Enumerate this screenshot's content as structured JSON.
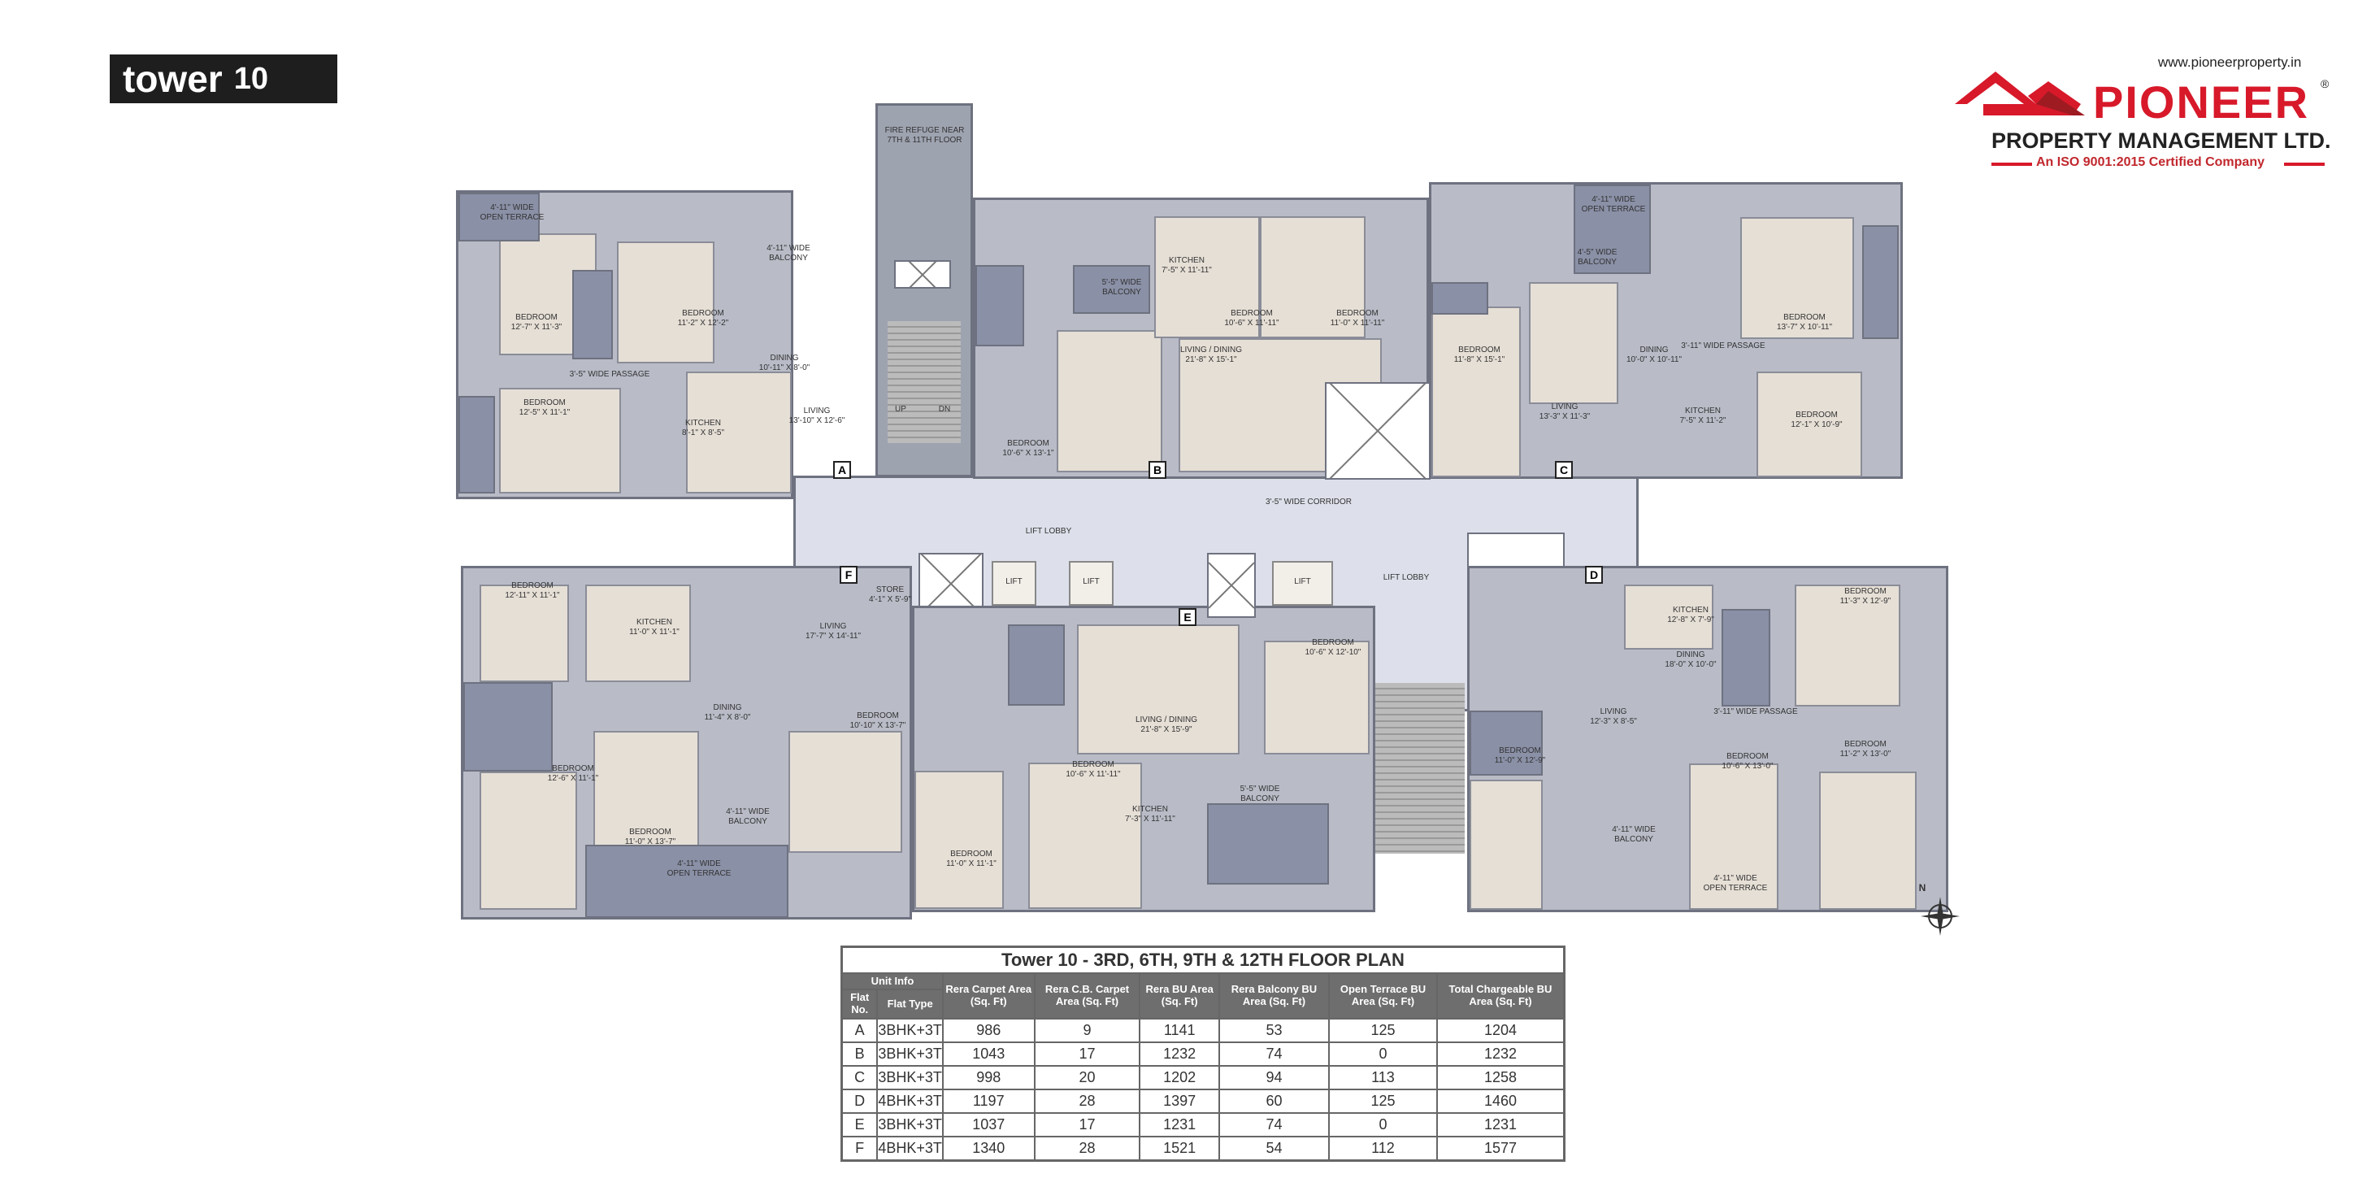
{
  "header": {
    "tower_word": "tower",
    "tower_num": "10"
  },
  "logo": {
    "url": "www.pioneerproperty.in",
    "brand": "PIONEER",
    "reg": "®",
    "subtitle": "PROPERTY MANAGEMENT LTD.",
    "tagline": "An ISO 9001:2015 Certified Company",
    "color": "#d7192a"
  },
  "plan": {
    "units": [
      "A",
      "B",
      "C",
      "D",
      "E",
      "F"
    ],
    "labels": {
      "fire_refuge": "FIRE REFUGE NEAR\n7TH & 11TH FLOOR",
      "corridor": "3'-5\" WIDE CORRIDOR",
      "lift_lobby_1": "LIFT LOBBY",
      "lift_lobby_2": "LIFT LOBBY",
      "lift": "LIFT",
      "store": "STORE\n4'-1\" X 5'-9\"",
      "up": "UP",
      "dn": "DN",
      "a_bed1": "BEDROOM\n12'-7\" X 11'-3\"",
      "a_bed2": "BEDROOM\n11'-2\" X 12'-2\"",
      "a_bed3": "BEDROOM\n12'-5\" X 11'-1\"",
      "a_living": "LIVING\n13'-10\" X 12'-6\"",
      "a_dining": "DINING\n10'-11\" X 8'-0\"",
      "a_kitchen": "KITCHEN\n8'-1\" X 8'-5\"",
      "a_terrace": "4'-11\" WIDE\nOPEN TERRACE",
      "a_balcony": "4'-11\" WIDE\nBALCONY",
      "a_passage": "3'-5\" WIDE PASSAGE",
      "b_bed1": "BEDROOM\n10'-6\" X 11'-11\"",
      "b_bed2": "BEDROOM\n11'-0\" X 11'-11\"",
      "b_bed3": "BEDROOM\n10'-6\" X 13'-1\"",
      "b_living": "LIVING / DINING\n21'-8\" X 15'-1\"",
      "b_kitchen": "KITCHEN\n7'-5\" X 11'-11\"",
      "b_balcony": "5'-5\" WIDE\nBALCONY",
      "c_bed1": "BEDROOM\n13'-7\" X 10'-11\"",
      "c_bed2": "BEDROOM\n11'-8\" X 15'-1\"",
      "c_bed3": "BEDROOM\n12'-1\" X 10'-9\"",
      "c_living": "LIVING\n13'-3\" X 11'-3\"",
      "c_dining": "DINING\n10'-0\" X 10'-11\"",
      "c_kitchen": "KITCHEN\n7'-5\" X 11'-2\"",
      "c_terrace": "4'-11\" WIDE\nOPEN TERRACE",
      "c_balcony": "4'-5\" WIDE\nBALCONY",
      "c_passage": "3'-11\" WIDE PASSAGE",
      "d_bed1": "BEDROOM\n11'-3\" X 12'-9\"",
      "d_bed2": "BEDROOM\n11'-0\" X 12'-9\"",
      "d_bed3": "BEDROOM\n10'-6\" X 13'-0\"",
      "d_bed4": "BEDROOM\n11'-2\" X 13'-0\"",
      "d_living": "LIVING\n12'-3\" X 8'-5\"",
      "d_dining": "DINING\n18'-0\" X 10'-0\"",
      "d_kitchen": "KITCHEN\n12'-8\" X 7'-9\"",
      "d_terrace": "4'-11\" WIDE\nOPEN TERRACE",
      "d_balcony": "4'-11\" WIDE\nBALCONY",
      "d_passage": "3'-11\" WIDE PASSAGE",
      "e_bed1": "BEDROOM\n10'-6\" X 12'-10\"",
      "e_bed2": "BEDROOM\n10'-6\" X 11'-11\"",
      "e_bed3": "BEDROOM\n11'-0\" X 11'-1\"",
      "e_living": "LIVING / DINING\n21'-8\" X 15'-9\"",
      "e_kitchen": "KITCHEN\n7'-3\" X 11'-11\"",
      "e_balcony": "5'-5\" WIDE\nBALCONY",
      "f_bed1": "BEDROOM\n12'-11\" X 11'-1\"",
      "f_bed2": "BEDROOM\n12'-6\" X 11'-1\"",
      "f_bed3": "BEDROOM\n11'-0\" X 13'-7\"",
      "f_bed4": "BEDROOM\n10'-10\" X 13'-7\"",
      "f_living": "LIVING\n17'-7\" X 14'-11\"",
      "f_dining": "DINING\n11'-4\" X 8'-0\"",
      "f_kitchen": "KITCHEN\n11'-0\" X 11'-1\"",
      "f_terrace": "4'-11\" WIDE\nOPEN TERRACE",
      "f_balcony": "4'-11\" WIDE\nBALCONY"
    },
    "north": "N"
  },
  "table": {
    "title": "Tower 10 - 3RD, 6TH, 9TH & 12TH FLOOR PLAN",
    "group": "Unit Info",
    "headers": [
      "Flat No.",
      "Flat Type",
      "Rera Carpet Area (Sq. Ft)",
      "Rera C.B. Carpet Area (Sq. Ft)",
      "Rera BU Area (Sq. Ft)",
      "Rera Balcony BU Area (Sq. Ft)",
      "Open Terrace BU Area (Sq. Ft)",
      "Total Chargeable BU Area (Sq. Ft)"
    ],
    "rows": [
      [
        "A",
        "3BHK+3T",
        "986",
        "9",
        "1141",
        "53",
        "125",
        "1204"
      ],
      [
        "B",
        "3BHK+3T",
        "1043",
        "17",
        "1232",
        "74",
        "0",
        "1232"
      ],
      [
        "C",
        "3BHK+3T",
        "998",
        "20",
        "1202",
        "94",
        "113",
        "1258"
      ],
      [
        "D",
        "4BHK+3T",
        "1197",
        "28",
        "1397",
        "60",
        "125",
        "1460"
      ],
      [
        "E",
        "3BHK+3T",
        "1037",
        "17",
        "1231",
        "74",
        "0",
        "1231"
      ],
      [
        "F",
        "4BHK+3T",
        "1340",
        "28",
        "1521",
        "54",
        "112",
        "1577"
      ]
    ]
  }
}
